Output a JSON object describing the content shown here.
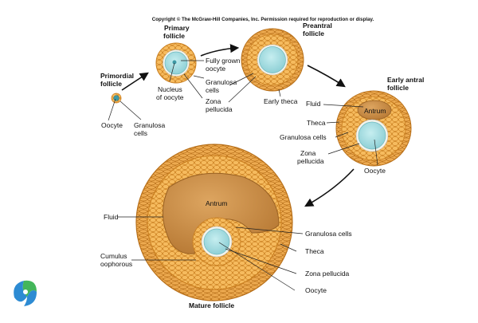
{
  "copyright": "Copyright © The McGraw-Hill Companies, Inc. Permission required for reproduction or display.",
  "stages": {
    "primordial": {
      "title_1": "Primordial",
      "title_2": "follicle",
      "oocyte": "Oocyte",
      "granulosa_1": "Granulosa",
      "granulosa_2": "cells"
    },
    "primary": {
      "title_1": "Primary",
      "title_2": "follicle",
      "fully_grown_1": "Fully grown",
      "fully_grown_2": "oocyte",
      "granulosa_1": "Granulosa",
      "granulosa_2": "cells",
      "nucleus_1": "Nucleus",
      "nucleus_2": "of oocyte",
      "zona_1": "Zona",
      "zona_2": "pellucida"
    },
    "preantral": {
      "title_1": "Preantral",
      "title_2": "follicle",
      "early_theca": "Early theca"
    },
    "early_antral": {
      "title_1": "Early antral",
      "title_2": "follicle",
      "fluid": "Fluid",
      "antrum": "Antrum",
      "theca": "Theca",
      "granulosa": "Granulosa cells",
      "zona_1": "Zona",
      "zona_2": "pellucida",
      "oocyte": "Oocyte"
    },
    "mature": {
      "title": "Mature follicle",
      "antrum": "Antrum",
      "fluid": "Fluid",
      "cumulus_1": "Cumulus",
      "cumulus_2": "oophorous",
      "granulosa": "Granulosa cells",
      "theca": "Theca",
      "zona": "Zona pellucida",
      "oocyte": "Oocyte"
    }
  },
  "colors": {
    "theca": "#E9A64A",
    "granulosa": "#F3B04D",
    "cell_outline": "#C97E1F",
    "antrum": "#C98E47",
    "oocyte": "#A9DDE0",
    "zona": "#F4F4EC",
    "logo_blue": "#2D8BD3",
    "logo_green": "#43B65A"
  }
}
